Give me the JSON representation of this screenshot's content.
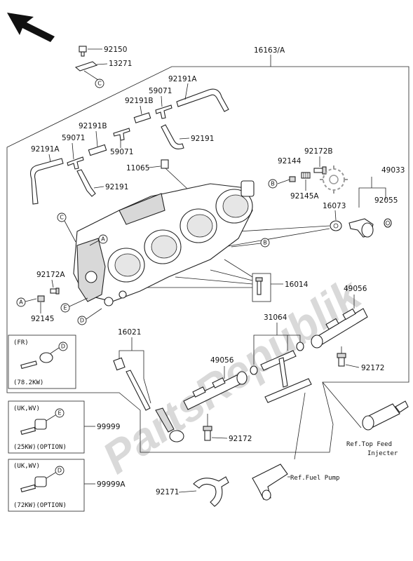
{
  "watermark": "PartsRepublik",
  "parts": {
    "p92150": "92150",
    "p13271": "13271",
    "p16163a": "16163/A",
    "p92191a_top": "92191A",
    "p59071_top": "59071",
    "p92191b_top": "92191B",
    "p92191b_mid": "92191B",
    "p59071_mid": "59071",
    "p59071_low": "59071",
    "p92191_right": "92191",
    "p92191a_left": "92191A",
    "p11065": "11065",
    "p92191_left": "92191",
    "p92144": "92144",
    "p92172b": "92172B",
    "p49033": "49033",
    "p92145a": "92145A",
    "p16073": "16073",
    "p92055": "92055",
    "p92172a": "92172A",
    "p92145": "92145",
    "p16014": "16014",
    "p49056_right": "49056",
    "p31064": "31064",
    "p16021": "16021",
    "p49056_left": "49056",
    "p92172_right": "92172",
    "p99999": "99999",
    "p92172_low": "92172",
    "p99999a": "99999A",
    "p92171": "92171"
  },
  "refs": {
    "top_feed_1": "Ref.Top Feed",
    "top_feed_2": "Injecter",
    "fuel_pump": "Ref.Fuel Pump"
  },
  "callouts": {
    "a": "A",
    "b": "B",
    "c": "C",
    "d": "D",
    "e": "E"
  },
  "boxes": {
    "fr_region": "(FR)",
    "fr_power": "(78.2KW)",
    "uk1_region": "(UK,WV)",
    "uk1_power": "(25KW)(OPTION)",
    "uk2_region": "(UK,WV)",
    "uk2_power": "(72KW)(OPTION)"
  },
  "icons": {
    "direction": "front-arrow-icon",
    "option_marker": "gear-icon"
  }
}
